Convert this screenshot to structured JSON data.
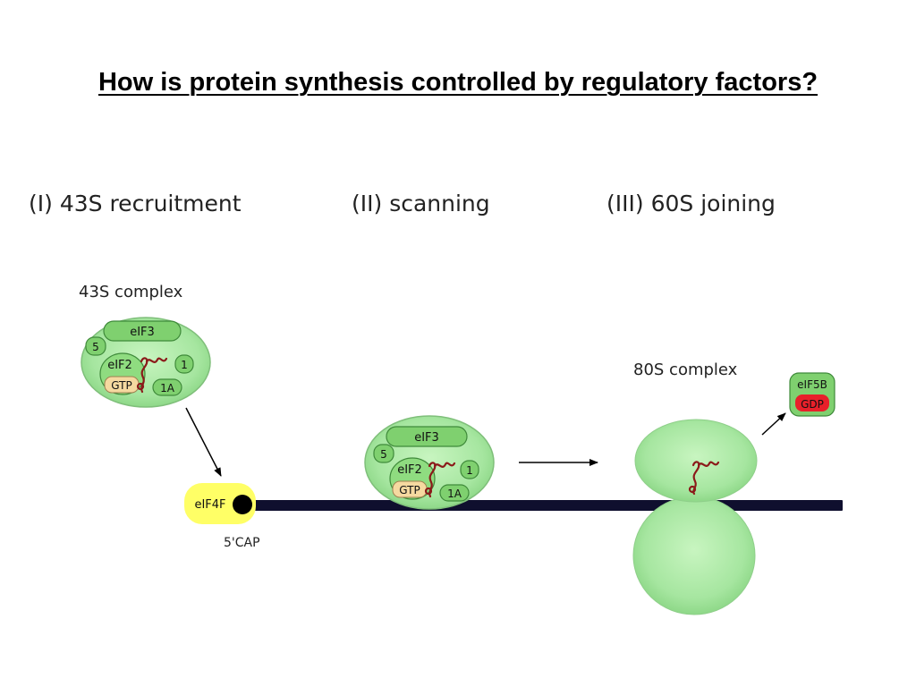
{
  "slide": {
    "title": "How is protein synthesis controlled by regulatory factors?"
  },
  "stages": {
    "stage1": "(I) 43S recruitment",
    "stage2": "(II) scanning",
    "stage3": "(III) 60S joining"
  },
  "labels": {
    "complex43s": "43S complex",
    "complex80s": "80S complex",
    "cap": "5'CAP"
  },
  "factors": {
    "eif3": "eIF3",
    "eif5": "5",
    "eif2": "eIF2",
    "gtp": "GTP",
    "eif1": "1",
    "eif1a": "1A",
    "eif4f": "eIF4F",
    "eif5b": "eIF5B",
    "gdp": "GDP"
  },
  "colors": {
    "ribosome_green": "#a6e6a0",
    "factor_green": "#7fd06f",
    "eif4f_yellow": "#ffff66",
    "gdp_red": "#e8202a",
    "trna_red": "#8b1a1a",
    "mrna_navy": "#0f0f2e"
  }
}
